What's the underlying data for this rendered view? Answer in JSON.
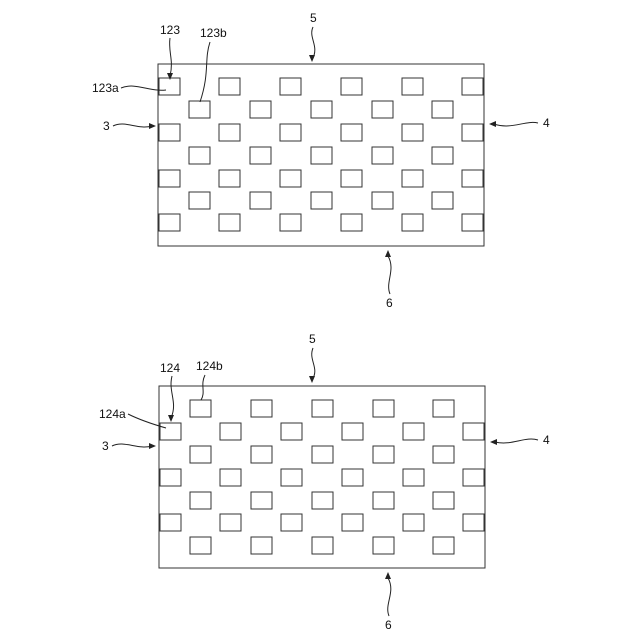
{
  "figures": [
    {
      "id": "top",
      "labels": {
        "ref_panel": "123",
        "ref_cell_b": "123b",
        "ref_cell_a": "123a",
        "left_edge": "3",
        "right_edge": "4",
        "top_edge": "5",
        "bottom_edge": "6"
      }
    },
    {
      "id": "bottom",
      "labels": {
        "ref_panel": "124",
        "ref_cell_b": "124b",
        "ref_cell_a": "124a",
        "left_edge": "3",
        "right_edge": "4",
        "top_edge": "5",
        "bottom_edge": "6"
      }
    }
  ]
}
